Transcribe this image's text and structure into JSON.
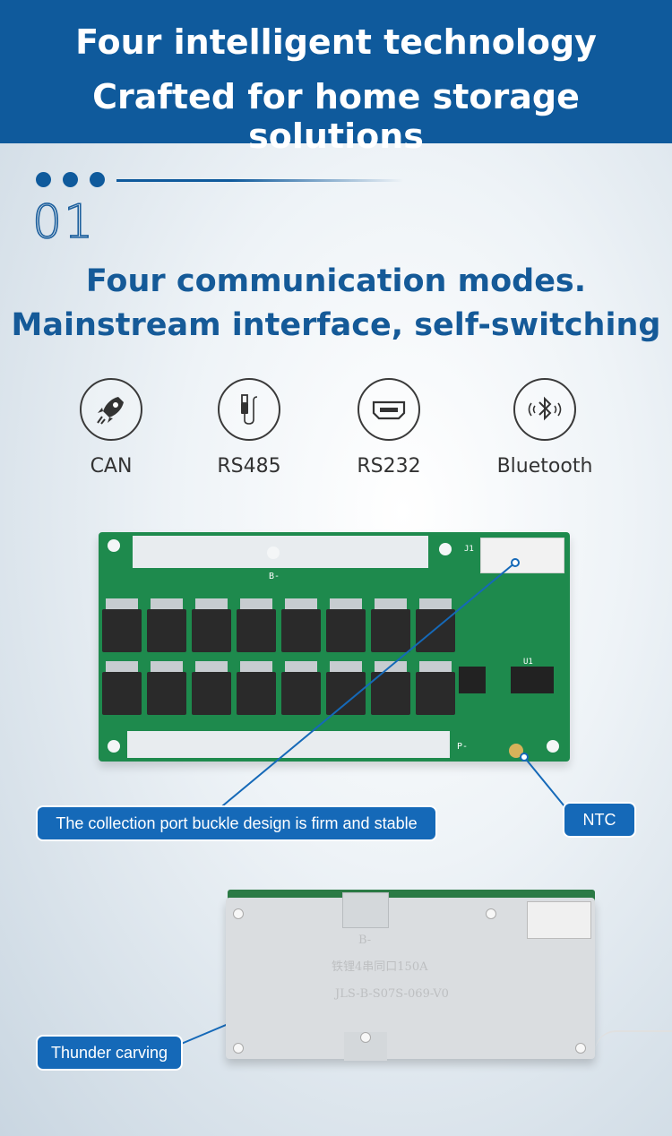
{
  "header": {
    "line1": "Four intelligent technology",
    "line2": "Crafted for home storage solutions",
    "bg_color": "#0f5a9c"
  },
  "section": {
    "number": "01",
    "title_line1": "Four communication modes.",
    "title_line2": "Mainstream interface, self-switching",
    "title_color": "#155a98"
  },
  "modes": [
    {
      "icon": "rocket-icon",
      "label": "CAN"
    },
    {
      "icon": "usb-cable-icon",
      "label": "RS485"
    },
    {
      "icon": "hdmi-port-icon",
      "label": "RS232"
    },
    {
      "icon": "bluetooth-icon",
      "label": "Bluetooth"
    }
  ],
  "pcb": {
    "silk_b_minus": "B-",
    "silk_p_minus": "P-",
    "silk_j1": "J1",
    "silk_u1": "U1"
  },
  "callouts": {
    "collection_port": "The collection port buckle design is firm and stable",
    "ntc": "NTC",
    "thunder": "Thunder carving",
    "color": "#1569b8"
  },
  "cover": {
    "engrave_b": "B-",
    "engrave_line1": "铁锂4串同口150A",
    "engrave_line2": "JLS-B-S07S-069-V0"
  }
}
